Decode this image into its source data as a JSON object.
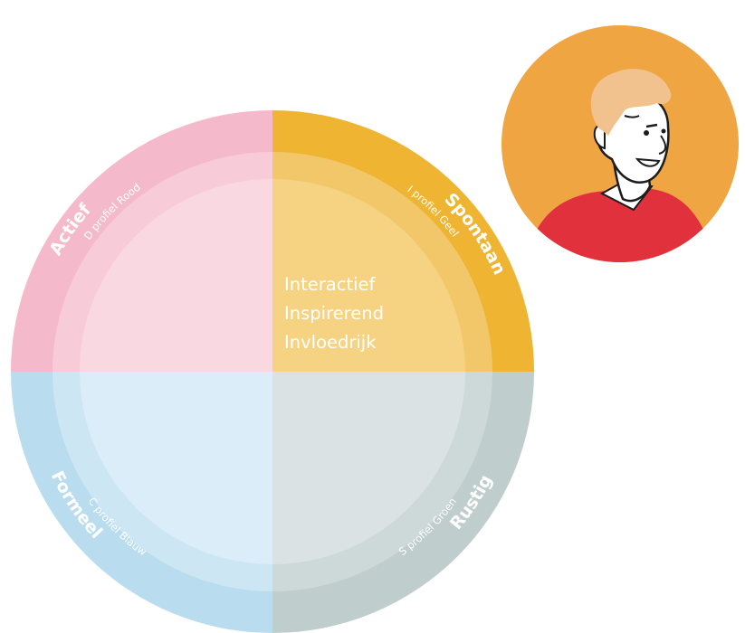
{
  "quadrants": {
    "d": {
      "title": "Actief",
      "subtitle": "D profiel Rood",
      "color": "#f4b9cb"
    },
    "i": {
      "title": "Spontaan",
      "subtitle": "I profiel Geel",
      "color": "#eeb432"
    },
    "s": {
      "title": "Rustig",
      "subtitle": "S profiel Groen",
      "color": "#bfcdcd"
    },
    "c": {
      "title": "Formeel",
      "subtitle": "C profiel Blauw",
      "color": "#b9dcef"
    }
  },
  "traits": [
    "Interactief",
    "Inspirerend",
    "Invloedrijk"
  ],
  "avatar": {
    "background": "#efa542",
    "shirt": "#e0313d",
    "hair": "#f2c28e"
  }
}
